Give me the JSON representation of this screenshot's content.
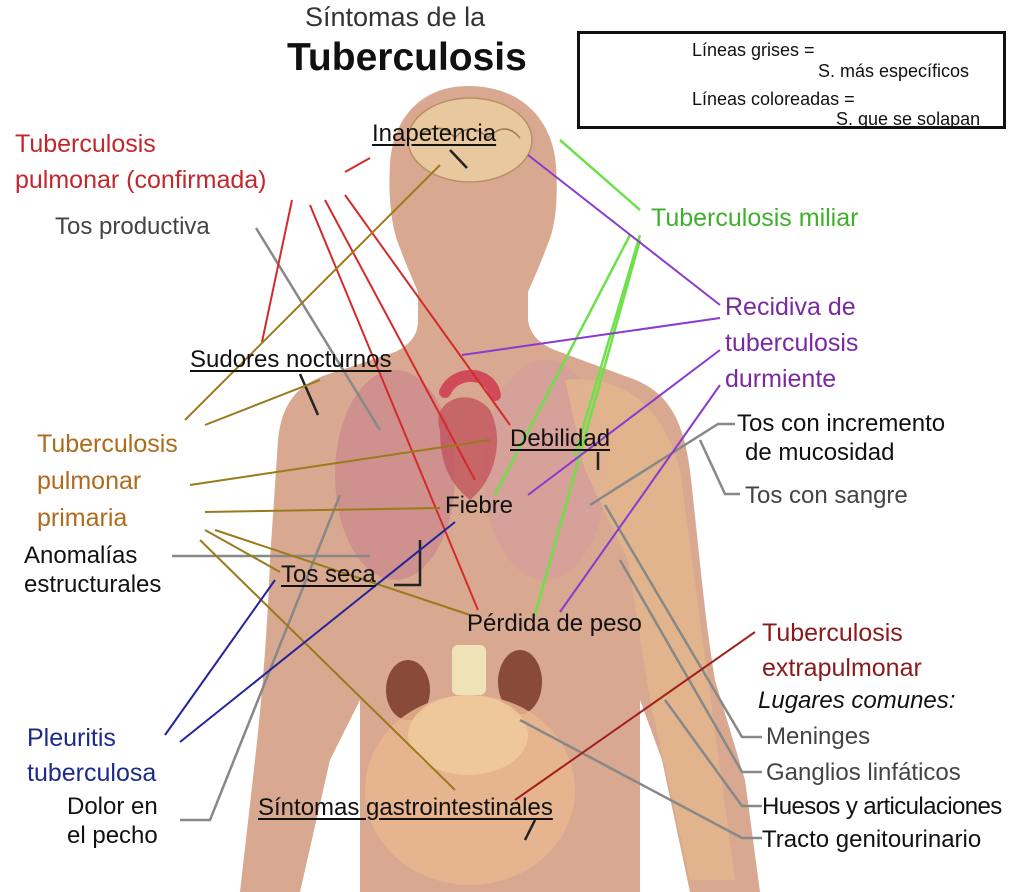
{
  "title": {
    "line1": "Síntomas de la",
    "line2": "Tuberculosis"
  },
  "legend": {
    "grey_line_1": "Líneas grises =",
    "grey_line_2": "S. más específicos",
    "color_line_1": "Líneas coloreadas =",
    "color_line_2": "S. que se solapan"
  },
  "diseases": {
    "pulmonar_confirmada_1": "Tuberculosis",
    "pulmonar_confirmada_2": "pulmonar (confirmada)",
    "pulmonar_primaria_1": "Tuberculosis",
    "pulmonar_primaria_2": "pulmonar",
    "pulmonar_primaria_3": "primaria",
    "miliar": "Tuberculosis miliar",
    "recidiva_1": "Recidiva de",
    "recidiva_2": "tuberculosis",
    "recidiva_3": "durmiente",
    "pleuritis_1": "Pleuritis",
    "pleuritis_2": "tuberculosa",
    "extrapulmonar_1": "Tuberculosis",
    "extrapulmonar_2": "extrapulmonar",
    "lugares": "Lugares comunes:"
  },
  "symptoms": {
    "inapetencia": "Inapetencia",
    "tos_productiva": "Tos productiva",
    "sudores": "Sudores nocturnos",
    "debilidad": "Debilidad",
    "fiebre": "Fiebre",
    "tos_seca": "Tos seca",
    "perdida_peso": "Pérdida de peso",
    "anomalias_1": "Anomalías",
    "anomalias_2": "estructurales",
    "dolor_1": "Dolor en",
    "dolor_2": "el pecho",
    "gastro": "Síntomas gastrointestinales",
    "tos_mucosidad_1": "Tos con incremento",
    "tos_mucosidad_2": "de mucosidad",
    "tos_sangre": "Tos con sangre"
  },
  "sites": {
    "meninges": "Meninges",
    "ganglios": "Ganglios linfáticos",
    "huesos": "Huesos y articulaciones",
    "tracto": "Tracto genitourinario"
  },
  "colors": {
    "pulmonar_confirmada": "#d42a2a",
    "pulmonar_primaria": "#9a7a1a",
    "miliar": "#6ee04a",
    "recidiva": "#8a3ad0",
    "pleuritis": "#24249a",
    "extrapulmonar": "#a0201a",
    "specific": "#888888",
    "skin": "#d9a891"
  }
}
